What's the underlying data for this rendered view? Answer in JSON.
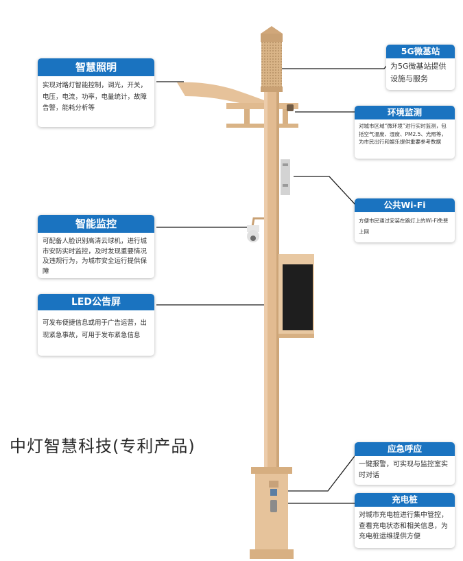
{
  "features": {
    "lighting": {
      "title": "智慧照明",
      "desc": "实现对路灯智能控制，调光，开关，电压，电流，功率，电量统计，故障告警，能耗分析等"
    },
    "monitor": {
      "title": "智能监控",
      "desc": "可配备人脸识别高清云球机，进行城市安防实时监控，及时发现重要情况及违规行为，为城市安全运行提供保障"
    },
    "led": {
      "title": "LED公告屏",
      "desc": "可发布便捷信息或用于广告运营，出现紧急事故，可用于发布紧急信息"
    },
    "g5": {
      "title": "5G微基站",
      "desc": "为5G微基站提供设施与服务"
    },
    "env": {
      "title": "环境监测",
      "desc": "对城市区域“微环境”进行实时监测，包括空气温度、湿度、PM2.5、光照等，为市民出行和娱乐提供重要参考数据"
    },
    "wifi": {
      "title": "公共Wi-Fi",
      "desc": "方便市民通过安装在路灯上的Wi-Fi免费上网"
    },
    "emergency": {
      "title": "应急呼应",
      "desc": "一键报警，可实现与监控室实时对话"
    },
    "charging": {
      "title": "充电桩",
      "desc": "对城市充电桩进行集中管控，查看充电状态和相关信息，为充电桩运维提供方便"
    }
  },
  "tagline": "中灯智慧科技(专利产品)",
  "colors": {
    "header": "#1a73c0",
    "pole": "#e2bb91"
  }
}
